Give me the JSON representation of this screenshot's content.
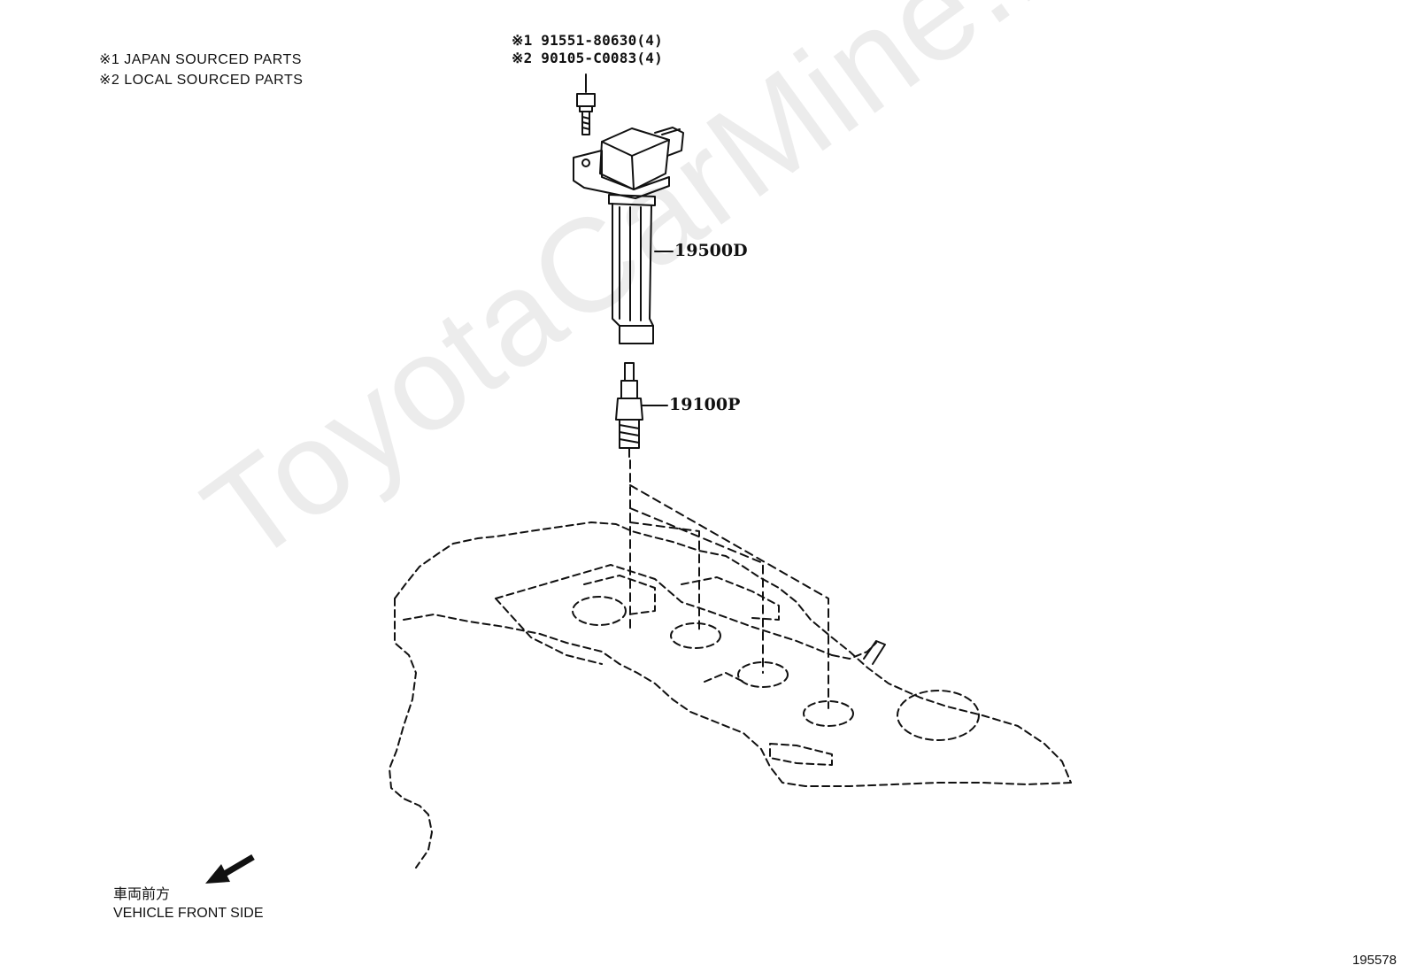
{
  "legend": {
    "line1": "※1 JAPAN SOURCED PARTS",
    "line2": "※2 LOCAL SOURCED PARTS"
  },
  "bolt_callout": {
    "line1": "※1 91551-80630(4)",
    "line2": "※2 90105-C0083(4)"
  },
  "parts": {
    "ignition_coil": "19500D",
    "spark_plug": "19100P"
  },
  "front_indicator": {
    "japanese": "車両前方",
    "english": "VEHICLE FRONT SIDE"
  },
  "diagram_number": "195578",
  "watermark": "ToyotaCarMine.ru"
}
